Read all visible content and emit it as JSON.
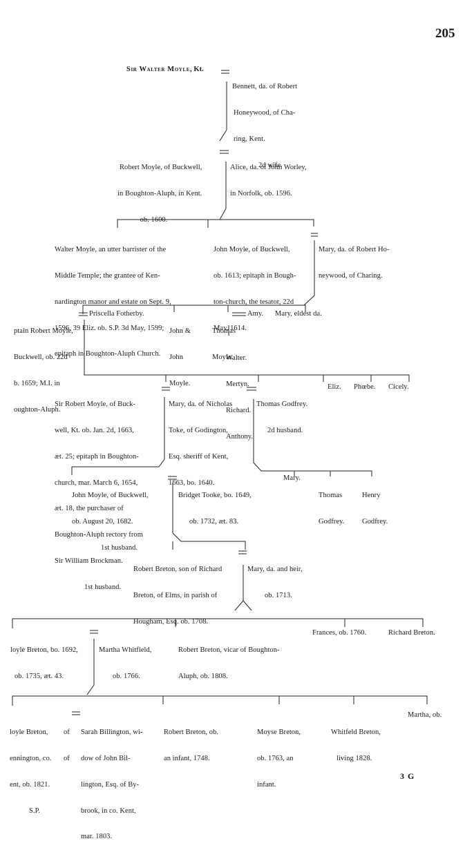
{
  "page": {
    "number": "205",
    "signature": "3 G"
  },
  "gen1": {
    "husband_name": "Sir Walter Moyle",
    "husband_suffix": ", Kt.",
    "wife": [
      "Bennett, da. of Robert",
      "Honeywood, of Cha-",
      "ring, Kent.",
      "2d wife."
    ]
  },
  "gen2": {
    "husband": [
      "Robert Moyle, of Buckwell,",
      "in Boughton-Aluph, in Kent.",
      "ob. 1600."
    ],
    "wife": [
      "Alice, da. of John Worley,",
      "in Norfolk, ob. 1596."
    ]
  },
  "gen3": {
    "walter": [
      "Walter Moyle, an utter barrister of the",
      "Middle Temple; the grantee of Ken-",
      "nardington manor and estate on Sept. 9,",
      "1596, 39 Eliz. ob. S.P. 3d May, 1599;",
      "epitaph in Boughton-Aluph Church."
    ],
    "john": [
      "John Moyle, of Buckwell,",
      "ob. 1613; epitaph in Bough-",
      "ton-church, the tesator, 22d",
      "May, 1614."
    ],
    "mary": [
      "Mary, da. of Robert Ho-",
      "neywood, of Charing."
    ]
  },
  "gen4": {
    "robert": [
      "ptain Robert Moyle,",
      "Buckwell, ob. 22d",
      "b. 1659; M.I. in",
      "oughton-Aluph."
    ],
    "priscella": "Priscella Fotherby.",
    "john_john": [
      "John &",
      "John",
      "Moyle."
    ],
    "thomas": [
      "Thomas",
      "Moyle."
    ],
    "amy": "Amy.",
    "mary_eldest": "Mary, eldest da.",
    "children": [
      "Walter.",
      "Mertyn.",
      "Richard.",
      "Anthony."
    ]
  },
  "gen5": {
    "sir_robert": [
      "Sir Robert Moyle, of Buck-",
      "well, Kt. ob. Jan. 2d, 1663,",
      "æt. 25; epitaph in Boughton-",
      "church, mar. March 6, 1654,",
      "æt. 18, the purchaser of",
      "Boughton-Aluph rectory from",
      "Sir William Brockman.",
      "1st husband."
    ],
    "mary_toke": [
      "Mary, da. of Nicholas",
      "Toke, of Godington,",
      "Esq. sheriff of Kent,",
      "1663, bo. 1640."
    ],
    "thomas_godfrey": [
      "Thomas Godfrey.",
      "2d husband."
    ],
    "eliz": "Eliz.",
    "phoebe": "Phœbe.",
    "cicely": "Cicely."
  },
  "gen6": {
    "john": [
      "John Moyle, of Buckwell,",
      "ob. August 20, 1682.",
      "1st husband."
    ],
    "bridget": [
      "Bridget Tooke, bo. 1649,",
      "ob. 1732, æt. 83."
    ],
    "mary": "Mary.",
    "thomas": [
      "Thomas",
      "Godfrey."
    ],
    "henry": [
      "Henry",
      "Godfrey."
    ]
  },
  "gen7": {
    "robert_breton": [
      "Robert Breton, son of Richard",
      "Breton, of Elms, in parish of",
      "Hougham, Esq. ob. 1708."
    ],
    "mary": [
      "Mary, da. and heir,",
      "ob. 1713."
    ]
  },
  "gen8": {
    "moyle_breton": [
      "loyle Breton, bo. 1692,",
      "ob. 1735, æt. 43."
    ],
    "martha": [
      "Martha Whitfield,",
      "ob. 1766."
    ],
    "robert_vicar": [
      "Robert Breton, vicar of Boughton-",
      "Aluph, ob. 1808."
    ],
    "frances": "Frances, ob. 1760.",
    "richard": "Richard Breton."
  },
  "gen9": {
    "moyle_breton": [
      "loyle Breton,",
      "ennington, co.",
      "ent, ob. 1821.",
      "S.P."
    ],
    "of_col": [
      "of",
      "of"
    ],
    "sarah": [
      "Sarah Billington, wi-",
      "dow of John Bil-",
      "lington, Esq. of By-",
      "brook, in co. Kent,",
      "mar. 1803."
    ],
    "robert": [
      "Robert Breton, ob.",
      "an infant, 1748."
    ],
    "moyse": [
      "Moyse Breton,",
      "ob. 1763, an",
      "infant."
    ],
    "whitfeld": [
      "Whitfeld Breton,",
      "living 1828."
    ],
    "martha": "Martha, ob."
  }
}
